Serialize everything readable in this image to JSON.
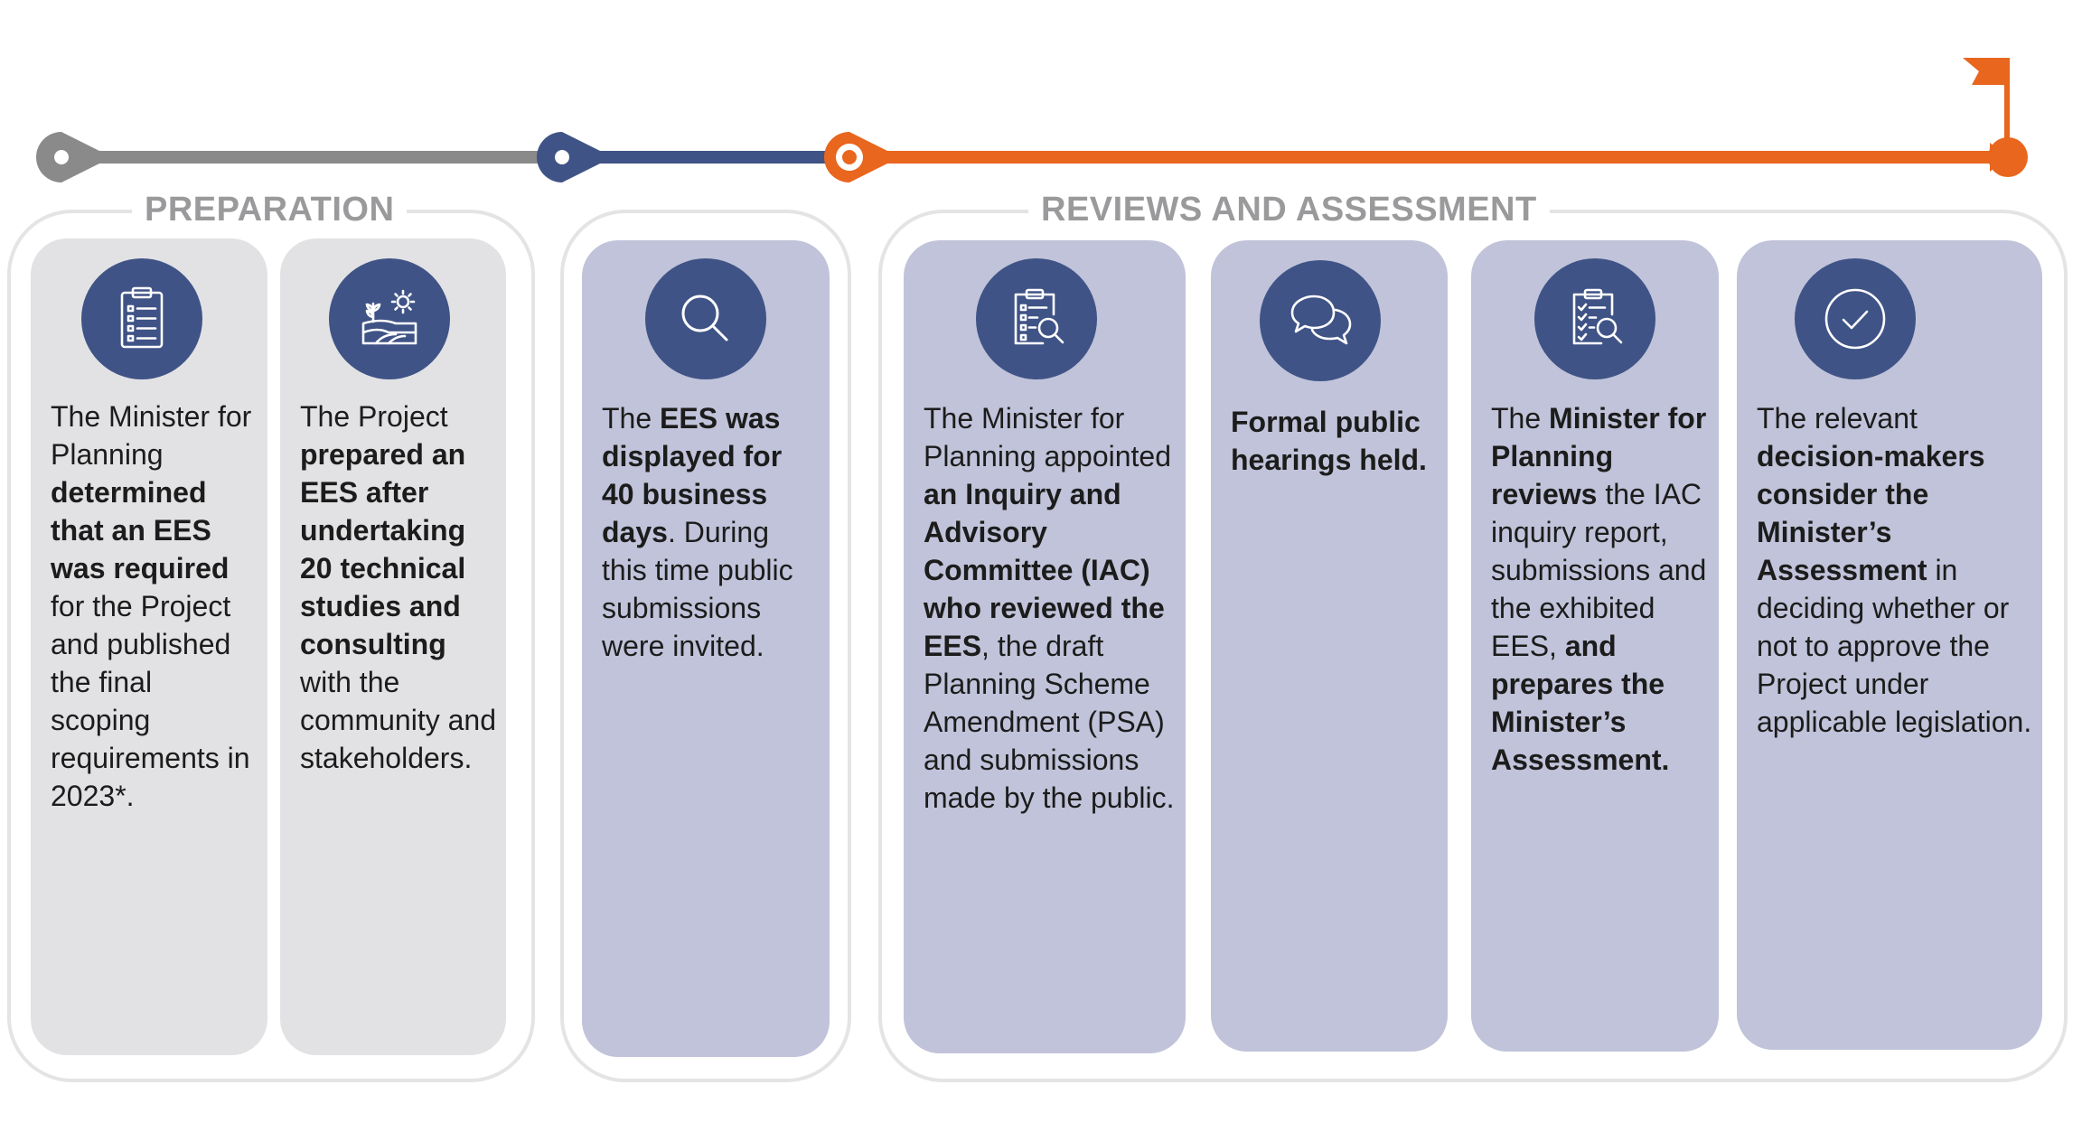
{
  "colors": {
    "preparation_line": "#8a8a8a",
    "display_line": "#3f5386",
    "review_line": "#e8661d",
    "icon_bg": "#3f5386",
    "card_gray": "#e2e2e4",
    "card_blue": "#c0c3d9",
    "group_border": "#e4e4e6",
    "group_title": "#9a9a9c"
  },
  "groups": {
    "preparation": {
      "title": "PREPARATION"
    },
    "reviews": {
      "title": "REVIEWS AND ASSESSMENT"
    }
  },
  "cards": [
    {
      "icon": "clipboard-list-icon",
      "segments": [
        [
          "The Minister for Planning ",
          false
        ],
        [
          "determined that an EES was required",
          true
        ],
        [
          " for the Project and published the final scoping requirements in 2023*.",
          false
        ]
      ]
    },
    {
      "icon": "field-sun-icon",
      "segments": [
        [
          "The Project ",
          false
        ],
        [
          "prepared an EES after undertaking 20 technical studies and consulting",
          true
        ],
        [
          " with the community and stakeholders.",
          false
        ]
      ]
    },
    {
      "icon": "magnifier-icon",
      "segments": [
        [
          "The ",
          false
        ],
        [
          "EES was displayed for 40 business days",
          true
        ],
        [
          ". During this time public submissions were invited.",
          false
        ]
      ]
    },
    {
      "icon": "clipboard-search-icon",
      "segments": [
        [
          "The Minister for Planning appointed ",
          false
        ],
        [
          "an Inquiry and Advisory Committee (IAC) who reviewed the EES",
          true
        ],
        [
          ", the draft Planning Scheme Amendment (PSA) and submissions made by the public.",
          false
        ]
      ]
    },
    {
      "icon": "speech-bubbles-icon",
      "segments": [
        [
          "Formal public hearings held.",
          true
        ]
      ]
    },
    {
      "icon": "checklist-search-icon",
      "segments": [
        [
          "The ",
          false
        ],
        [
          "Minister for Planning reviews",
          true
        ],
        [
          " the IAC inquiry report, submissions and the exhibited EES, ",
          false
        ],
        [
          "and prepares the Minister’s Assessment.",
          true
        ]
      ]
    },
    {
      "icon": "check-circle-icon",
      "segments": [
        [
          "The relevant ",
          false
        ],
        [
          "decision-makers consider the Minister’s Assessment",
          true
        ],
        [
          " in deciding whether or not to approve the Project under applicable legislation.",
          false
        ]
      ]
    }
  ]
}
